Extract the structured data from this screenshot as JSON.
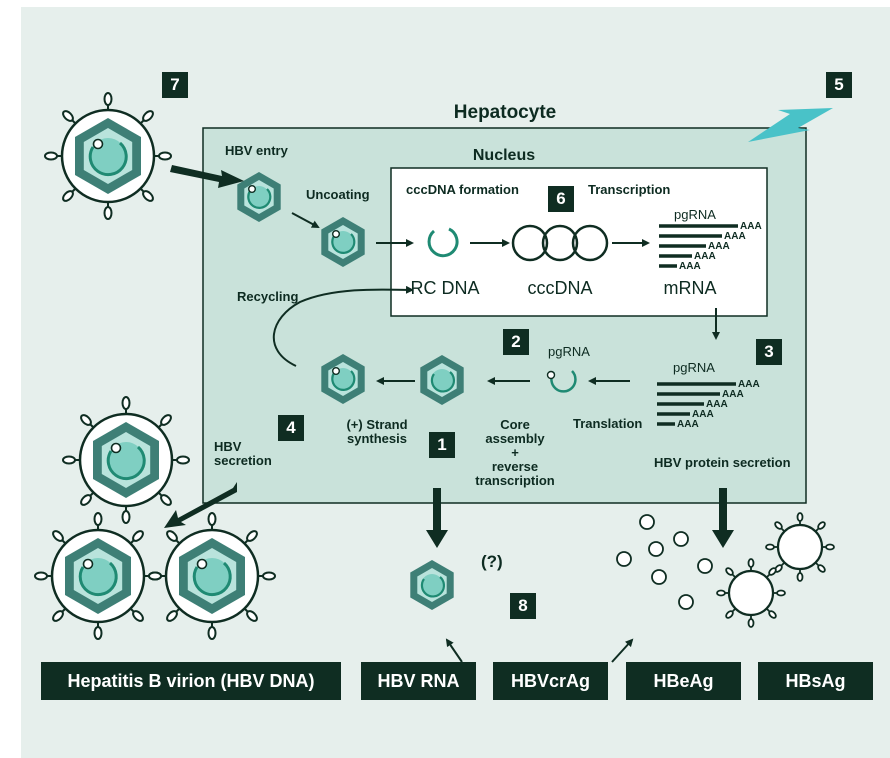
{
  "title": "Hepatocyte",
  "nucleus": "Nucleus",
  "steps": {
    "hbv_entry": "HBV entry",
    "uncoating": "Uncoating",
    "cccdna_formation": "cccDNA formation",
    "transcription": "Transcription",
    "recycling": "Recycling",
    "strand_synthesis": [
      "(+) Strand",
      "synthesis"
    ],
    "core_assembly": [
      "Core",
      "assembly",
      "+",
      "reverse",
      "transcription"
    ],
    "translation": "Translation",
    "hbv_secretion": [
      "HBV",
      "secretion"
    ],
    "hbv_protein_secretion": "HBV protein secretion",
    "uncertain": "(?)"
  },
  "molecules": {
    "rc_dna": "RC DNA",
    "cccdna": "cccDNA",
    "mrna": "mRNA",
    "pgrna": "pgRNA",
    "poly_a": "AAA"
  },
  "numbers": [
    "1",
    "2",
    "3",
    "4",
    "5",
    "6",
    "7",
    "8"
  ],
  "markers": [
    "Hepatitis B virion (HBV DNA)",
    "HBV RNA",
    "HBVcrAg",
    "HBeAg",
    "HBsAg"
  ],
  "colors": {
    "background": "#e6efec",
    "cell": "#c9e2da",
    "dark": "#0f2d22",
    "teal": "#1f8a73",
    "capsid": "#3e7f76",
    "lightning": "#49c2c8"
  }
}
